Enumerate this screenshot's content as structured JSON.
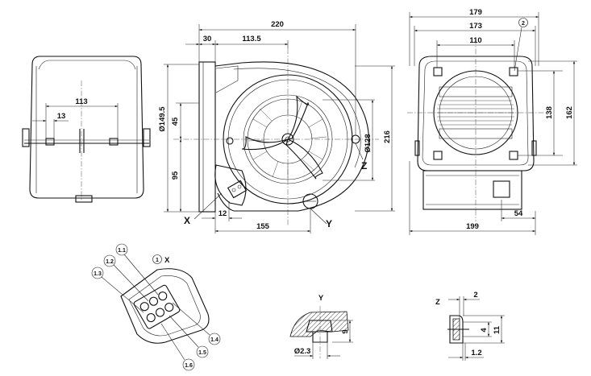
{
  "side_view": {
    "dim_113": "113",
    "dim_13": "13"
  },
  "front_view": {
    "dim_220": "220",
    "dim_30": "30",
    "dim_113_5": "113.5",
    "dim_149_5": "Ø149.5",
    "dim_45": "45",
    "dim_95": "95",
    "dim_128": "Ø128",
    "dim_216": "216",
    "dim_12": "12",
    "dim_155": "155",
    "label_x": "X",
    "label_y": "Y",
    "label_z": "Z"
  },
  "rear_view": {
    "dim_179": "179",
    "dim_173": "173",
    "dim_110": "110",
    "callout_2": "2",
    "dim_138": "138",
    "dim_162": "162",
    "dim_54": "54",
    "dim_199": "199"
  },
  "detail_x": {
    "title_num": "1",
    "title": "X",
    "pins": [
      "1.1",
      "1.2",
      "1.3",
      "1.4",
      "1.5",
      "1.6"
    ]
  },
  "detail_y": {
    "title": "Y",
    "dim_9": "9",
    "dim_d23": "Ø2.3"
  },
  "detail_z": {
    "title": "Z",
    "dim_2": "2",
    "dim_4": "4",
    "dim_11": "11",
    "dim_1_2": "1.2"
  }
}
